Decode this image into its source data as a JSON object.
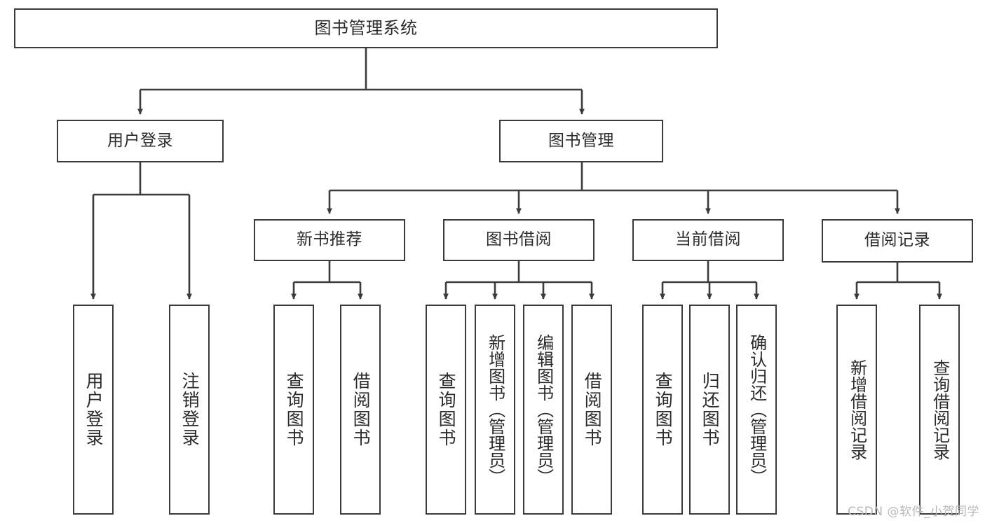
{
  "diagram": {
    "title": "图书管理系统",
    "type": "tree-hierarchy-chart",
    "line_color": "#3b3b3b",
    "box_fill": "#ffffff",
    "text_color": "#2b2b2b",
    "watermark": "CSDN @软件_小贺同学",
    "nodes": {
      "root": {
        "label": "图书管理系统"
      },
      "level1": [
        {
          "id": "user-login",
          "label": "用户登录"
        },
        {
          "id": "book-management",
          "label": "图书管理"
        }
      ],
      "level2": [
        {
          "id": "new-book-recommend",
          "label": "新书推荐"
        },
        {
          "id": "book-borrow",
          "label": "图书借阅"
        },
        {
          "id": "current-borrow",
          "label": "当前借阅"
        },
        {
          "id": "borrow-record",
          "label": "借阅记录"
        }
      ],
      "leaves": {
        "user_login": [
          {
            "id": "leaf-user-login",
            "label": "用户登录"
          },
          {
            "id": "leaf-logout-login",
            "label": "注销登录"
          }
        ],
        "new_book_recommend": [
          {
            "id": "leaf-query-book-1",
            "label": "查询图书"
          },
          {
            "id": "leaf-borrow-book-1",
            "label": "借阅图书"
          }
        ],
        "book_borrow": [
          {
            "id": "leaf-query-book-2",
            "label": "查询图书"
          },
          {
            "id": "leaf-add-book",
            "label": "新增图书（管理员）"
          },
          {
            "id": "leaf-edit-book",
            "label": "编辑图书（管理员）"
          },
          {
            "id": "leaf-borrow-book-2",
            "label": "借阅图书"
          }
        ],
        "current_borrow": [
          {
            "id": "leaf-query-book-3",
            "label": "查询图书"
          },
          {
            "id": "leaf-return-book",
            "label": "归还图书"
          },
          {
            "id": "leaf-confirm-return",
            "label": "确认归还（管理员）"
          }
        ],
        "borrow_record": [
          {
            "id": "leaf-add-record",
            "label": "新增借阅记录"
          },
          {
            "id": "leaf-query-record",
            "label": "查询借阅记录"
          }
        ]
      }
    }
  }
}
